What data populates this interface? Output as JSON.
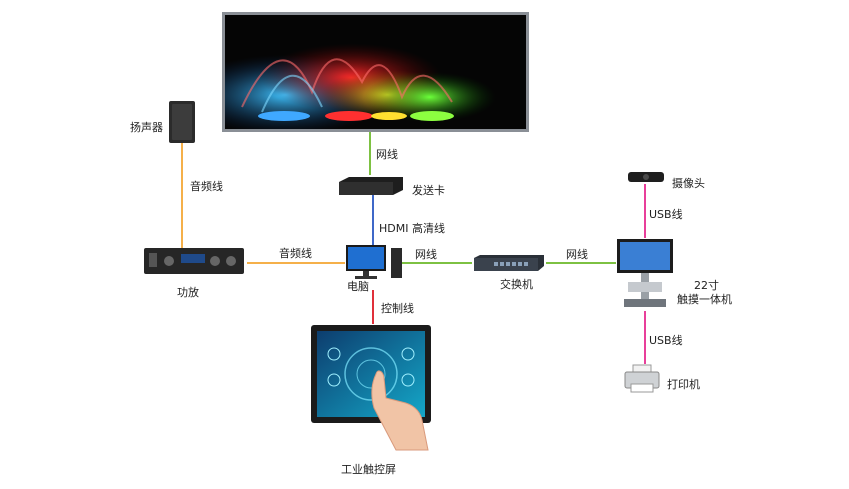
{
  "nodes": {
    "speaker": "扬声器",
    "sender_card": "发送卡",
    "amplifier": "功放",
    "computer": "电脑",
    "switch": "交换机",
    "camera": "摄像头",
    "kiosk_size": "22寸",
    "kiosk_name": "触摸一体机",
    "printer": "打印机",
    "touchscreen": "工业触控屏"
  },
  "links": {
    "led_to_sender": "网线",
    "speaker_to_amp": "音频线",
    "sender_to_pc": "HDMI 高清线",
    "amp_to_pc": "音频线",
    "pc_to_switch": "网线",
    "switch_to_kiosk": "网线",
    "pc_to_touchscreen": "控制线",
    "camera_to_kiosk": "USB线",
    "kiosk_to_printer": "USB线"
  },
  "colors": {
    "network": "#7dc142",
    "audio": "#f5b04a",
    "hdmi": "#3f68c8",
    "control": "#e0303a",
    "usb": "#e83f9a"
  }
}
